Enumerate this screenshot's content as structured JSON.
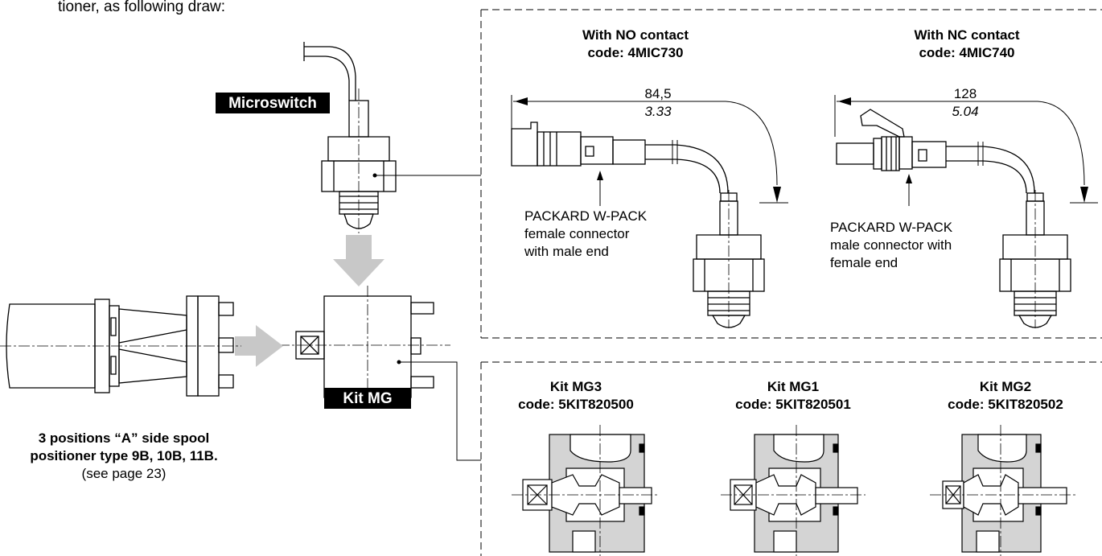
{
  "intro_fragment": "tioner, as following draw:",
  "labels": {
    "microswitch": "Microswitch",
    "kit_mg": "Kit MG"
  },
  "positioner_caption": {
    "line1": "3 positions “A” side spool",
    "line2": "positioner type 9B, 10B, 11B.",
    "line3": "(see page 23)"
  },
  "variants": [
    {
      "title": "With NO contact",
      "code": "code: 4MIC730",
      "dim_mm": "84,5",
      "dim_in": "3.33",
      "connector": [
        "PACKARD W-PACK",
        "female connector",
        "with male end"
      ]
    },
    {
      "title": "With NC contact",
      "code": "code: 4MIC740",
      "dim_mm": "128",
      "dim_in": "5.04",
      "connector": [
        "PACKARD W-PACK",
        "male connector with",
        "female end"
      ]
    }
  ],
  "kits": [
    {
      "title": "Kit MG3",
      "code": "code: 5KIT820500"
    },
    {
      "title": "Kit MG1",
      "code": "code: 5KIT820501"
    },
    {
      "title": "Kit MG2",
      "code": "code: 5KIT820502"
    }
  ],
  "colors": {
    "ink": "#000000",
    "arrow_fill": "#c8c8c8",
    "section_fill": "#d4d4d4"
  }
}
